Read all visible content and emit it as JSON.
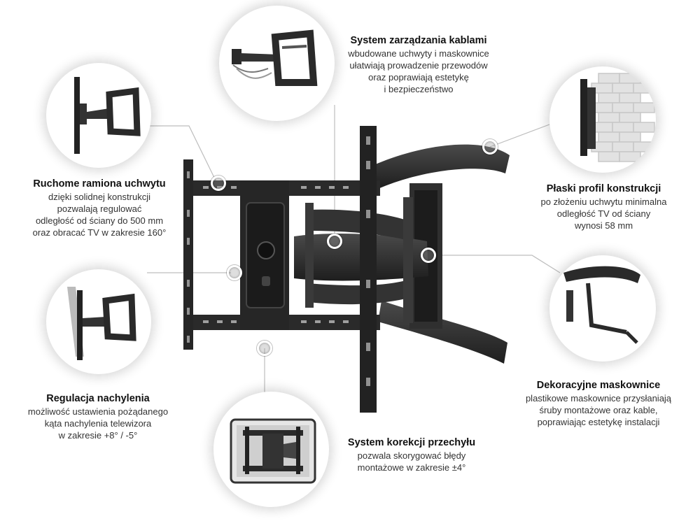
{
  "features": {
    "cable_management": {
      "title": "System zarządzania kablami",
      "lines": [
        "wbudowane uchwyty i maskownice",
        "ułatwiają prowadzenie przewodów",
        "oraz poprawiają estetykę",
        "i bezpieczeństwo"
      ]
    },
    "moving_arms": {
      "title": "Ruchome ramiona uchwytu",
      "lines": [
        "dzięki solidnej konstrukcji",
        "pozwalają regulować",
        "odległość od ściany do 500 mm",
        "oraz obracać TV w zakresie 160°"
      ]
    },
    "flat_profile": {
      "title": "Płaski profil konstrukcji",
      "lines": [
        "po złożeniu uchwytu minimalna",
        "odległość TV od ściany",
        "wynosi 58 mm"
      ]
    },
    "tilt": {
      "title": "Regulacja nachylenia",
      "lines": [
        "możliwość ustawienia pożądanego",
        "kąta nachylenia telewizora",
        "w zakresie +8° / -5°"
      ]
    },
    "decorative_covers": {
      "title": "Dekoracyjne maskownice",
      "lines": [
        "plastikowe maskownice przysłaniają",
        "śruby montażowe oraz kable,",
        "poprawiając estetykę instalacji"
      ]
    },
    "level_correction": {
      "title": "System korekcji przechyłu",
      "lines": [
        "pozwala skorygować błędy",
        "montażowe w zakresie ±4°"
      ]
    }
  },
  "icons": {
    "bubbles": [
      "cable-management-detail-icon",
      "swing-arm-detail-icon",
      "flat-profile-detail-icon",
      "tilt-detail-icon",
      "cover-detail-icon",
      "level-correction-detail-icon"
    ],
    "product": "tv-wall-mount-icon"
  },
  "colors": {
    "metal": "#2b2b2b",
    "metal_light": "#4a4a4a",
    "leader": "#bdbdbd",
    "brick": "#d8d8d8"
  }
}
